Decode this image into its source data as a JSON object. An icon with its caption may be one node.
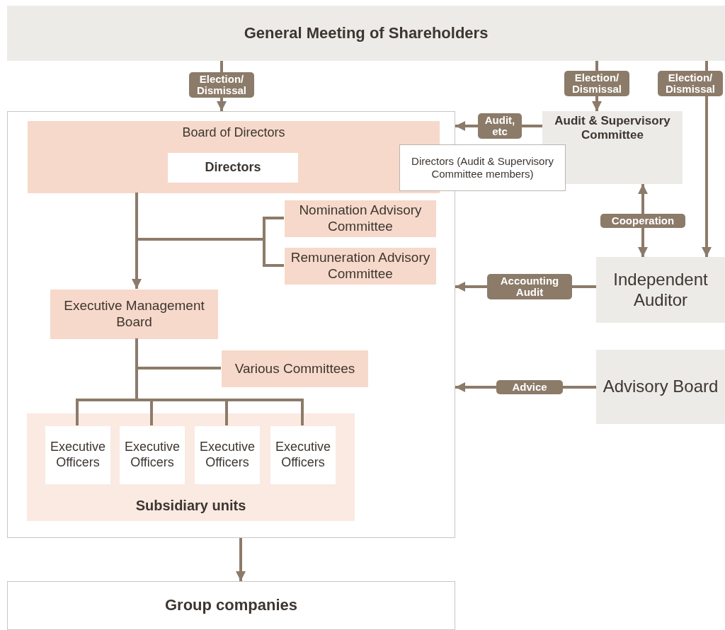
{
  "diagram": {
    "nodes": [
      {
        "text": [
          "General Meeting of Shareholders"
        ]
      },
      {
        "text": [],
        "shape": "box"
      },
      {
        "text": [
          "Board of Directors"
        ],
        "in": 1
      },
      {
        "text": [
          "Directors"
        ],
        "in": 2
      },
      {
        "text": [
          "Nomination Advisory Committee"
        ],
        "in": 1
      },
      {
        "text": [
          "Remuneration Advisory Committee"
        ],
        "in": 1
      },
      {
        "text": [
          "Executive Management Board"
        ],
        "in": 1
      },
      {
        "text": [
          "Various Committees"
        ],
        "in": 1
      },
      {
        "text": [
          "Subsidiary units"
        ],
        "in": 1
      },
      {
        "text": [
          "Executive Officers"
        ],
        "in": 8
      },
      {
        "text": [
          "Executive Officers"
        ],
        "in": 8
      },
      {
        "text": [
          "Executive Officers"
        ],
        "in": 8
      },
      {
        "text": [
          "Executive Officers"
        ],
        "in": 8
      },
      {
        "text": [
          "Audit & Supervisory Committee"
        ]
      },
      {
        "text": [
          "Directors (Audit & Supervisory Committee members)"
        ]
      },
      {
        "text": [
          "Independent Auditor"
        ]
      },
      {
        "text": [
          "Advisory Board"
        ]
      },
      {
        "text": [
          "Group companies"
        ]
      }
    ],
    "edges": [
      {
        "from": 0,
        "to": 1,
        "arrow": "to",
        "label": "Election/ Dismissal"
      },
      {
        "from": 0,
        "to": 13,
        "arrow": "to",
        "label": "Election/ Dismissal"
      },
      {
        "from": 0,
        "to": 15,
        "arrow": "to",
        "label": "Election/ Dismissal"
      },
      {
        "from": 13,
        "to": 1,
        "arrow": "to",
        "label": "Audit, etc"
      },
      {
        "from": 13,
        "to": 15,
        "arrow": "both",
        "label": "Cooperation"
      },
      {
        "from": 15,
        "to": 1,
        "arrow": "to",
        "label": "Accounting Audit"
      },
      {
        "from": 16,
        "to": 1,
        "arrow": "to",
        "label": "Advice"
      },
      {
        "from": 2,
        "to": 6,
        "arrow": "to"
      },
      {
        "from": 2,
        "to": 4,
        "arrow": "none"
      },
      {
        "from": 2,
        "to": 5,
        "arrow": "none"
      },
      {
        "from": 6,
        "to": 7,
        "arrow": "none"
      },
      {
        "from": 6,
        "to": 9,
        "arrow": "none"
      },
      {
        "from": 6,
        "to": 10,
        "arrow": "none"
      },
      {
        "from": 6,
        "to": 11,
        "arrow": "none"
      },
      {
        "from": 6,
        "to": 12,
        "arrow": "none"
      },
      {
        "from": 1,
        "to": 17,
        "arrow": "to"
      }
    ]
  }
}
